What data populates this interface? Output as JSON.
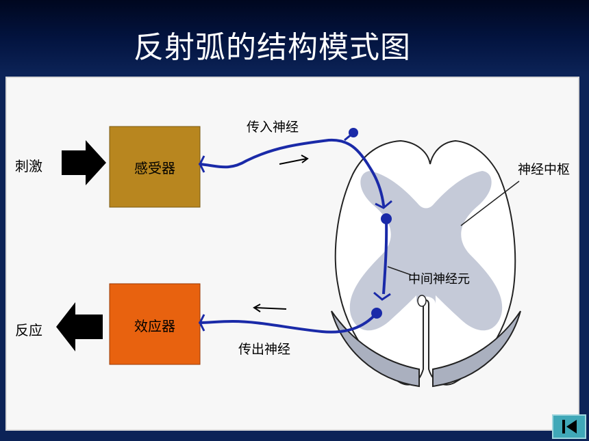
{
  "slide": {
    "title": "反射弧的结构模式图"
  },
  "diagram": {
    "stimulus_label": "刺激",
    "response_label": "反应",
    "receptor_label": "感受器",
    "effector_label": "效应器",
    "afferent_label": "传入神经",
    "efferent_label": "传出神经",
    "center_label": "神经中枢",
    "interneuron_label": "中间神经元",
    "colors": {
      "receptor": "#b8861f",
      "effector": "#e8620f",
      "nerve": "#1a2aa8",
      "gray_matter": "#c5cad8",
      "arrow": "#000000"
    }
  },
  "nav": {
    "back_icon": "skip-back-icon"
  }
}
